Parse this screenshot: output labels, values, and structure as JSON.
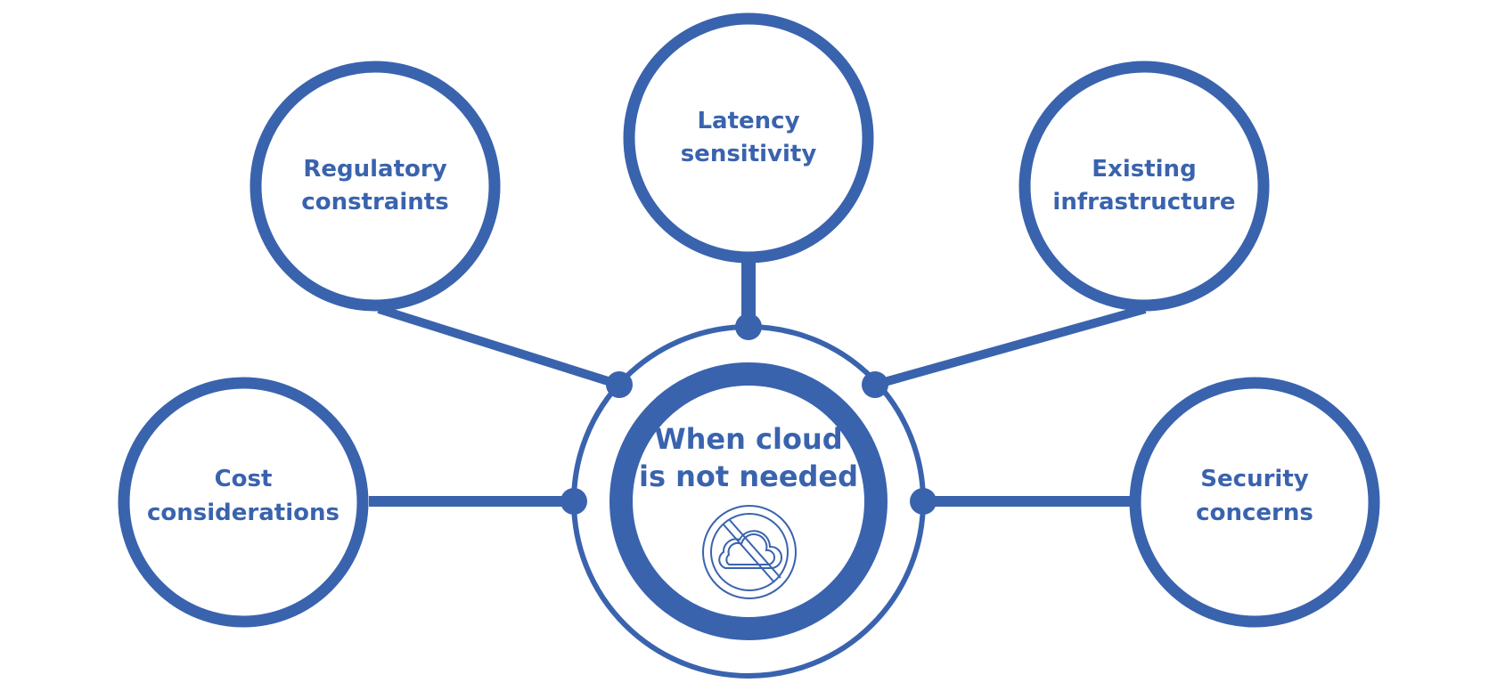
{
  "colors": {
    "accent": "#3a63ae",
    "background": "#ffffff"
  },
  "center": {
    "line1": "When cloud",
    "line2": "is not needed",
    "icon": "no-cloud-icon"
  },
  "nodes": {
    "regulatory": {
      "line1": "Regulatory",
      "line2": "constraints"
    },
    "latency": {
      "line1": "Latency",
      "line2": "sensitivity"
    },
    "existing": {
      "line1": "Existing",
      "line2": "infrastructure"
    },
    "cost": {
      "line1": "Cost",
      "line2": "considerations"
    },
    "security": {
      "line1": "Security",
      "line2": "concerns"
    }
  }
}
